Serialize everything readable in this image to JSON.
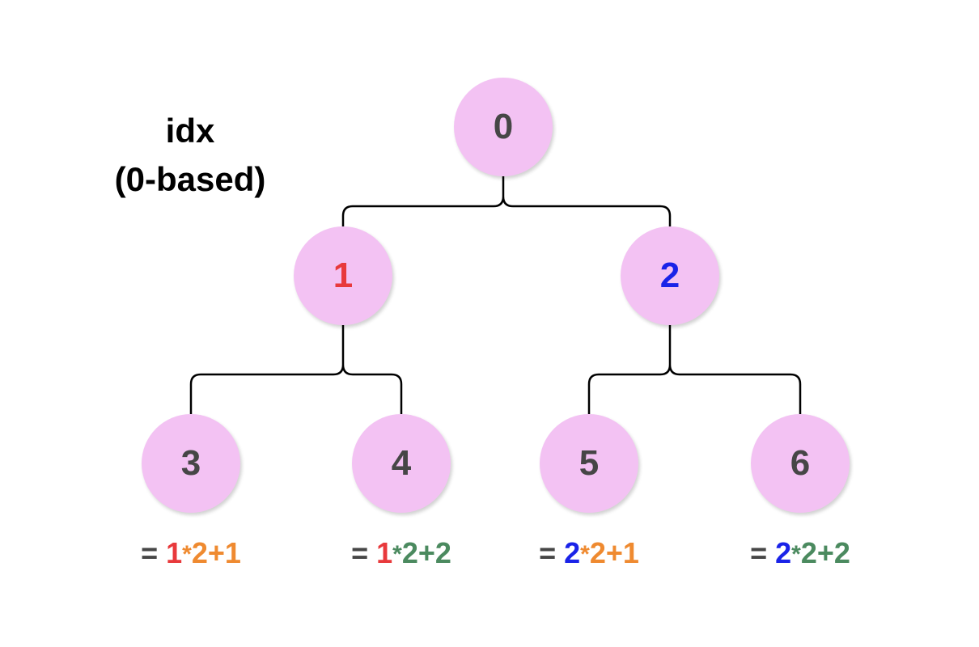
{
  "label": {
    "line1": "idx",
    "line2": "(0-based)"
  },
  "colors": {
    "node_fill": "#f3c2f3",
    "default_text": "#464646",
    "red": "#e8393c",
    "blue": "#1a23e8",
    "orange": "#ef8a30",
    "green": "#4b8a5f",
    "edge": "#000000"
  },
  "nodes": [
    {
      "id": "0",
      "value": "0",
      "color": "default_text"
    },
    {
      "id": "1",
      "value": "1",
      "color": "red"
    },
    {
      "id": "2",
      "value": "2",
      "color": "blue"
    },
    {
      "id": "3",
      "value": "3",
      "color": "default_text"
    },
    {
      "id": "4",
      "value": "4",
      "color": "default_text"
    },
    {
      "id": "5",
      "value": "5",
      "color": "default_text"
    },
    {
      "id": "6",
      "value": "6",
      "color": "default_text"
    }
  ],
  "edges": [
    {
      "from": "0",
      "to": "1"
    },
    {
      "from": "0",
      "to": "2"
    },
    {
      "from": "1",
      "to": "3"
    },
    {
      "from": "1",
      "to": "4"
    },
    {
      "from": "2",
      "to": "5"
    },
    {
      "from": "2",
      "to": "6"
    }
  ],
  "formulas": [
    {
      "node": "3",
      "parts": [
        {
          "text": "=",
          "color": "default_text",
          "role": "eq"
        },
        {
          "text": "1",
          "color": "red",
          "role": "term"
        },
        {
          "text": "*",
          "color": "orange",
          "role": "star"
        },
        {
          "text": "2+1",
          "color": "orange",
          "role": "term"
        }
      ]
    },
    {
      "node": "4",
      "parts": [
        {
          "text": "=",
          "color": "default_text",
          "role": "eq"
        },
        {
          "text": "1",
          "color": "red",
          "role": "term"
        },
        {
          "text": "*",
          "color": "green",
          "role": "star"
        },
        {
          "text": "2+2",
          "color": "green",
          "role": "term"
        }
      ]
    },
    {
      "node": "5",
      "parts": [
        {
          "text": "=",
          "color": "default_text",
          "role": "eq"
        },
        {
          "text": "2",
          "color": "blue",
          "role": "term"
        },
        {
          "text": "*",
          "color": "orange",
          "role": "star"
        },
        {
          "text": "2+1",
          "color": "orange",
          "role": "term"
        }
      ]
    },
    {
      "node": "6",
      "parts": [
        {
          "text": "=",
          "color": "default_text",
          "role": "eq"
        },
        {
          "text": "2",
          "color": "blue",
          "role": "term"
        },
        {
          "text": "*",
          "color": "green",
          "role": "star"
        },
        {
          "text": "2+2",
          "color": "green",
          "role": "term"
        }
      ]
    }
  ]
}
